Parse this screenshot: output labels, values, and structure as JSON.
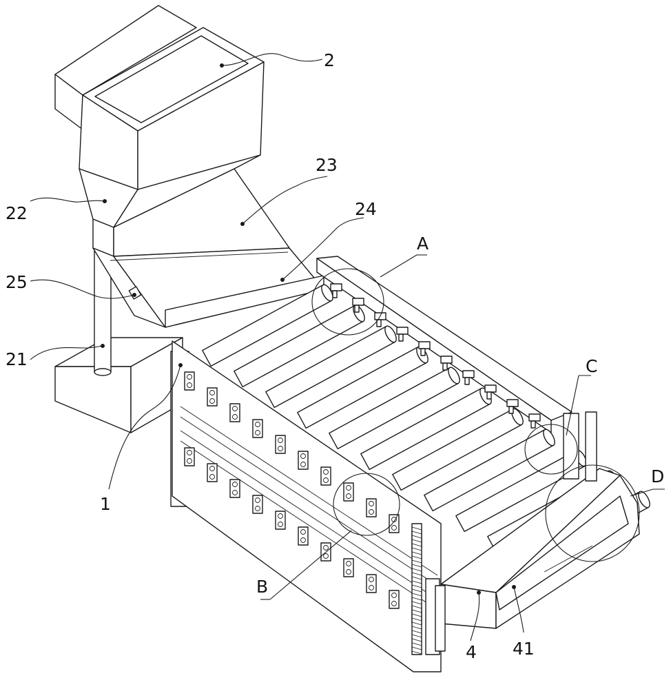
{
  "labels": {
    "hopper": "2",
    "column": "21",
    "chute_upper": "22",
    "chute_middle": "23",
    "chute_lower": "24",
    "sensor": "25",
    "frame": "1",
    "detail_a": "A",
    "detail_b": "B",
    "detail_c": "C",
    "detail_d": "D",
    "lift_assembly": "4",
    "tray": "41"
  }
}
